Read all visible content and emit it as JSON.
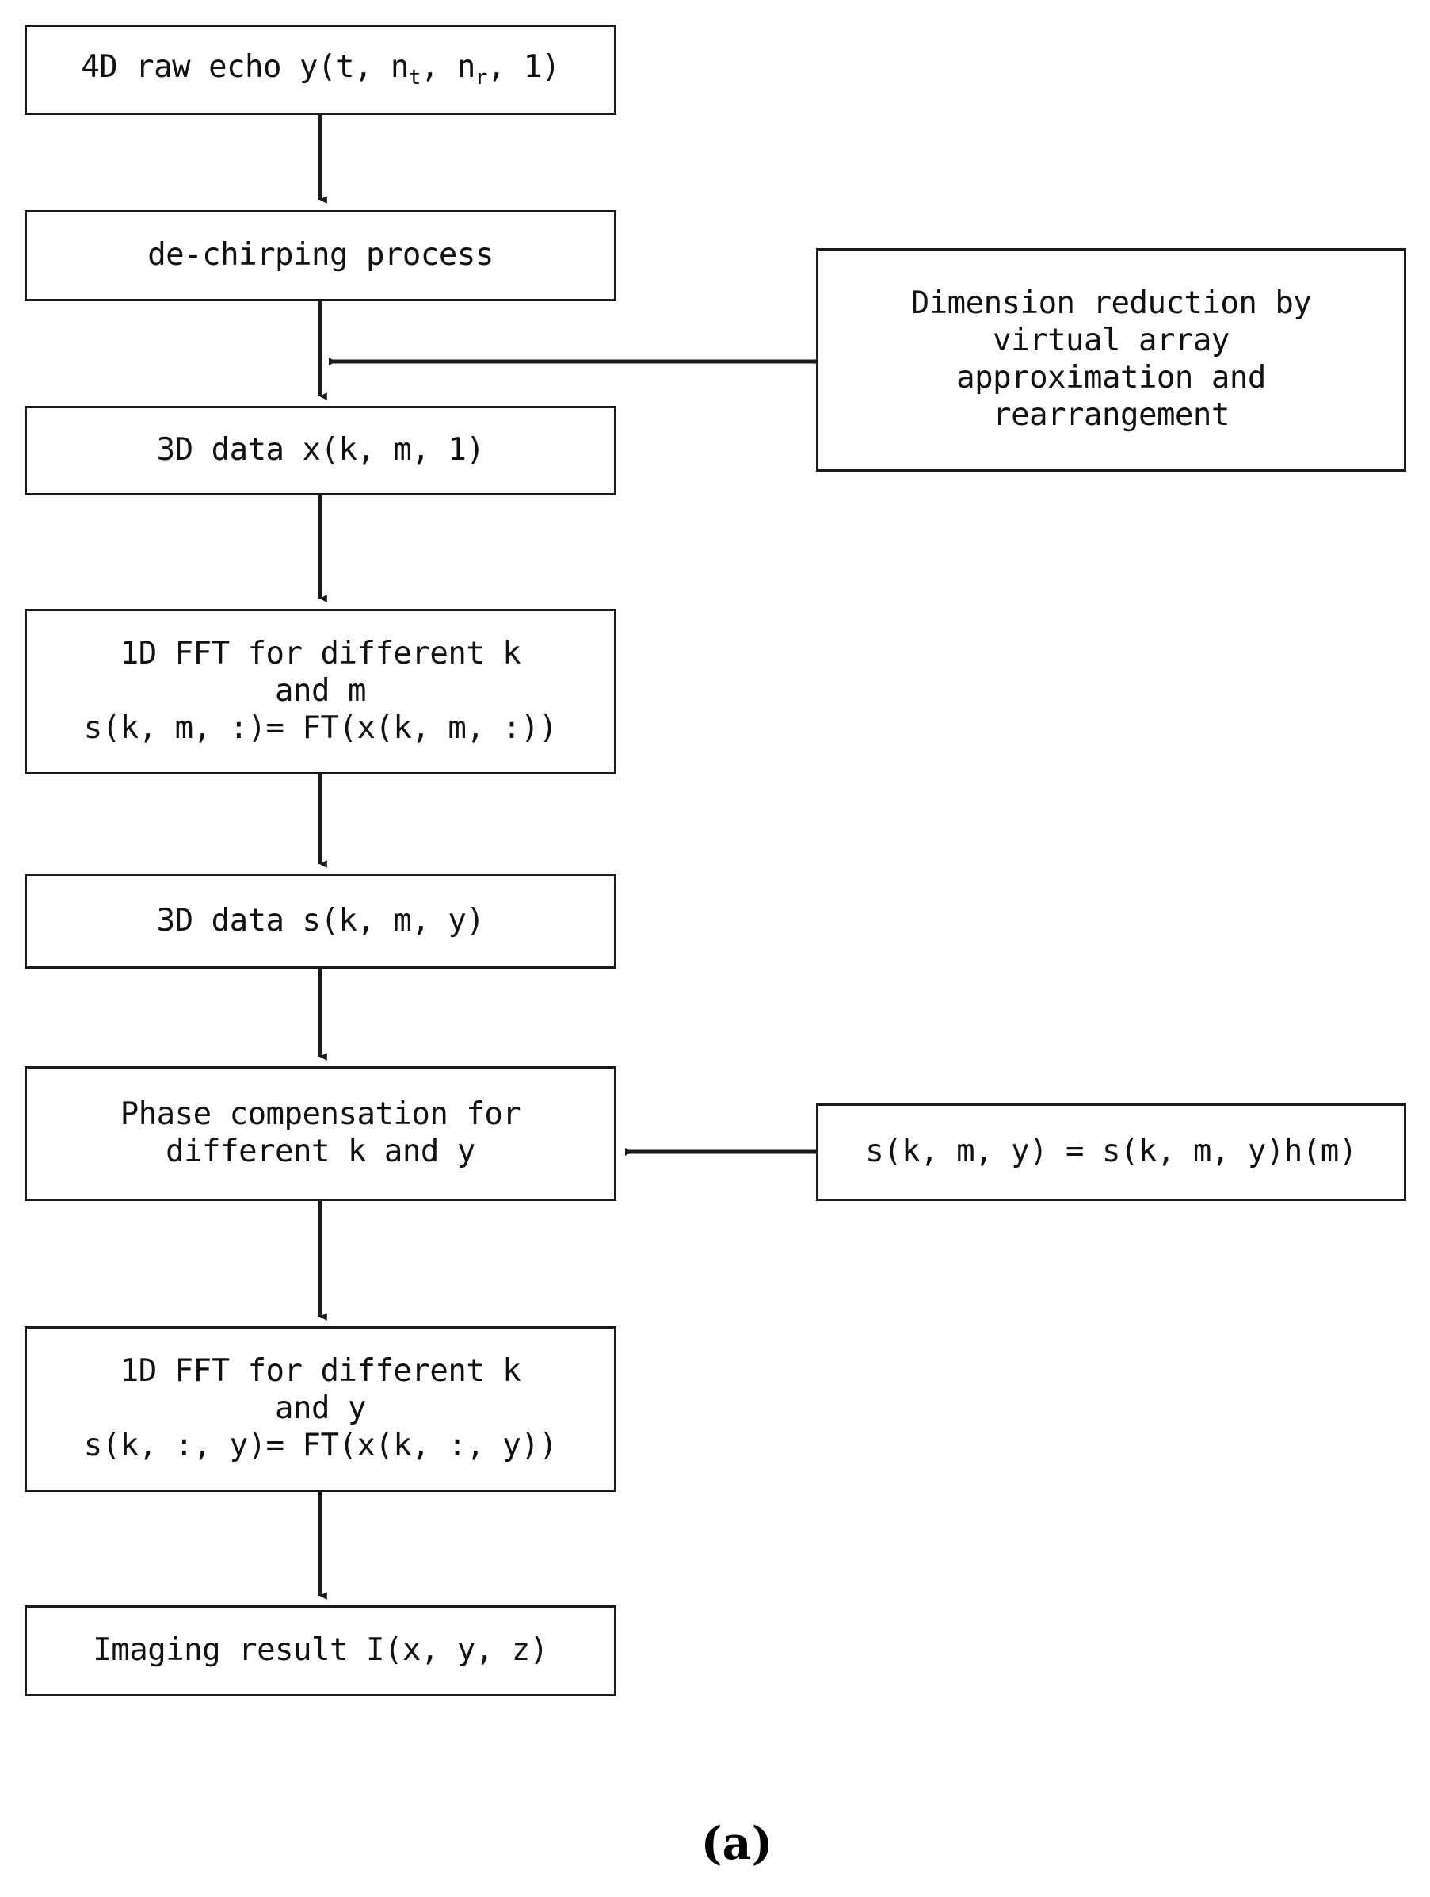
{
  "figure": {
    "caption": "(a)",
    "colors": {
      "stroke": "#1a1a1a",
      "background": "#ffffff",
      "text": "#111111"
    }
  },
  "nodes": {
    "raw_echo": {
      "line1_a": "4D raw echo y(t, n",
      "line1_sub1": "t",
      "line1_b": ", n",
      "line1_sub2": "r",
      "line1_c": ", 1)"
    },
    "dechirp": {
      "line1": "de-chirping process"
    },
    "data3d_x": {
      "line1": "3D data x(k, m, 1)"
    },
    "fft_km": {
      "line1": "1D FFT for different k",
      "line2": "and m",
      "line3": "s(k, m, :)= FT(x(k, m, :))"
    },
    "data3d_s": {
      "line1": "3D data s(k, m, y)"
    },
    "phase_comp": {
      "line1": "Phase compensation for",
      "line2": "different k and y"
    },
    "fft_ky": {
      "line1": "1D FFT for different k",
      "line2": "and y",
      "line3": "s(k, :, y)= FT(x(k, :, y))"
    },
    "imaging_result": {
      "line1": "Imaging result I(x, y, z)"
    },
    "dim_reduction": {
      "line1": "Dimension reduction by",
      "line2": "virtual array",
      "line3": "approximation and",
      "line4": "rearrangement"
    },
    "phase_eq": {
      "line1": "s(k, m, y) = s(k, m, y)h(m)"
    }
  }
}
